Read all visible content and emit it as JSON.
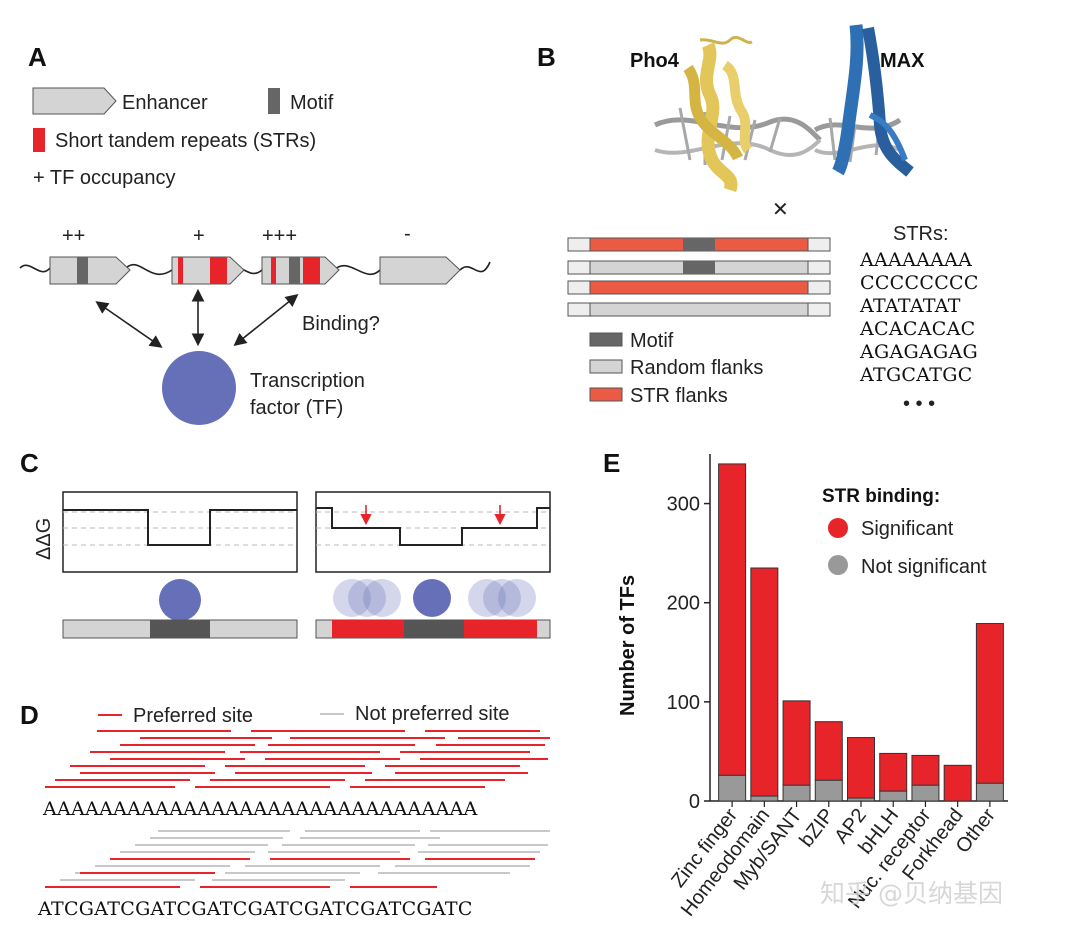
{
  "colors": {
    "str_red": "#e8242b",
    "str_flank_orange": "#ea5a45",
    "motif_gray": "#666666",
    "flank_light_gray": "#d4d4d4",
    "tf_blue": "#6670b8",
    "pho4_gold": "#e3c65a",
    "max_blue": "#2f6fb4"
  },
  "panel_a": {
    "label": "A",
    "legend_enhancer": "Enhancer",
    "legend_motif": "Motif",
    "legend_str": "Short tandem repeats (STRs)",
    "legend_occupancy": "+  TF occupancy",
    "occupancy": [
      "++",
      "+",
      "+++",
      "-"
    ],
    "binding_question": "Binding?",
    "tf_label_line1": "Transcription",
    "tf_label_line2": "factor (TF)"
  },
  "panel_b": {
    "label": "B",
    "protein1": "Pho4",
    "protein2": "MAX",
    "cross_symbol": "✕",
    "strs_title": "STRs:",
    "str_sequences": [
      "AAAAAAAA",
      "CCCCCCCC",
      "ATATATAT",
      "ACACACAC",
      "AGAGAGAG",
      "ATGCATGC"
    ],
    "str_more": "• • •",
    "legend_motif": "Motif",
    "legend_random": "Random flanks",
    "legend_str": "STR flanks"
  },
  "panel_c": {
    "label": "C",
    "ylabel": "ΔΔG"
  },
  "panel_d": {
    "label": "D",
    "legend_preferred": "Preferred site",
    "legend_not_preferred": "Not preferred site",
    "seq1": "AAAAAAAAAAAAAAAAAAAAAAAAAAAAAAA",
    "seq2": "ATCGATCGATCGATCGATCGATCGATCGATC"
  },
  "panel_e": {
    "label": "E",
    "watermark": "知乎 @贝纳基因"
  },
  "chart_data": {
    "type": "bar",
    "stacked": true,
    "ylabel": "Number of  TFs",
    "legend_title": "STR binding:",
    "ylim": [
      0,
      350
    ],
    "yticks": [
      0,
      100,
      200,
      300
    ],
    "categories": [
      "Zinc finger",
      "Homeodomain",
      "Myb/SANT",
      "bZIP",
      "AP2",
      "bHLH",
      "Nuc. receptor",
      "Forkhead",
      "Other"
    ],
    "series": [
      {
        "name": "Not significant",
        "values": [
          26,
          5,
          16,
          21,
          3,
          10,
          16,
          0,
          18
        ]
      },
      {
        "name": "Significant",
        "values": [
          314,
          230,
          85,
          59,
          61,
          38,
          30,
          36,
          161
        ]
      }
    ],
    "series_colors": [
      "#999999",
      "#e8242b"
    ]
  }
}
